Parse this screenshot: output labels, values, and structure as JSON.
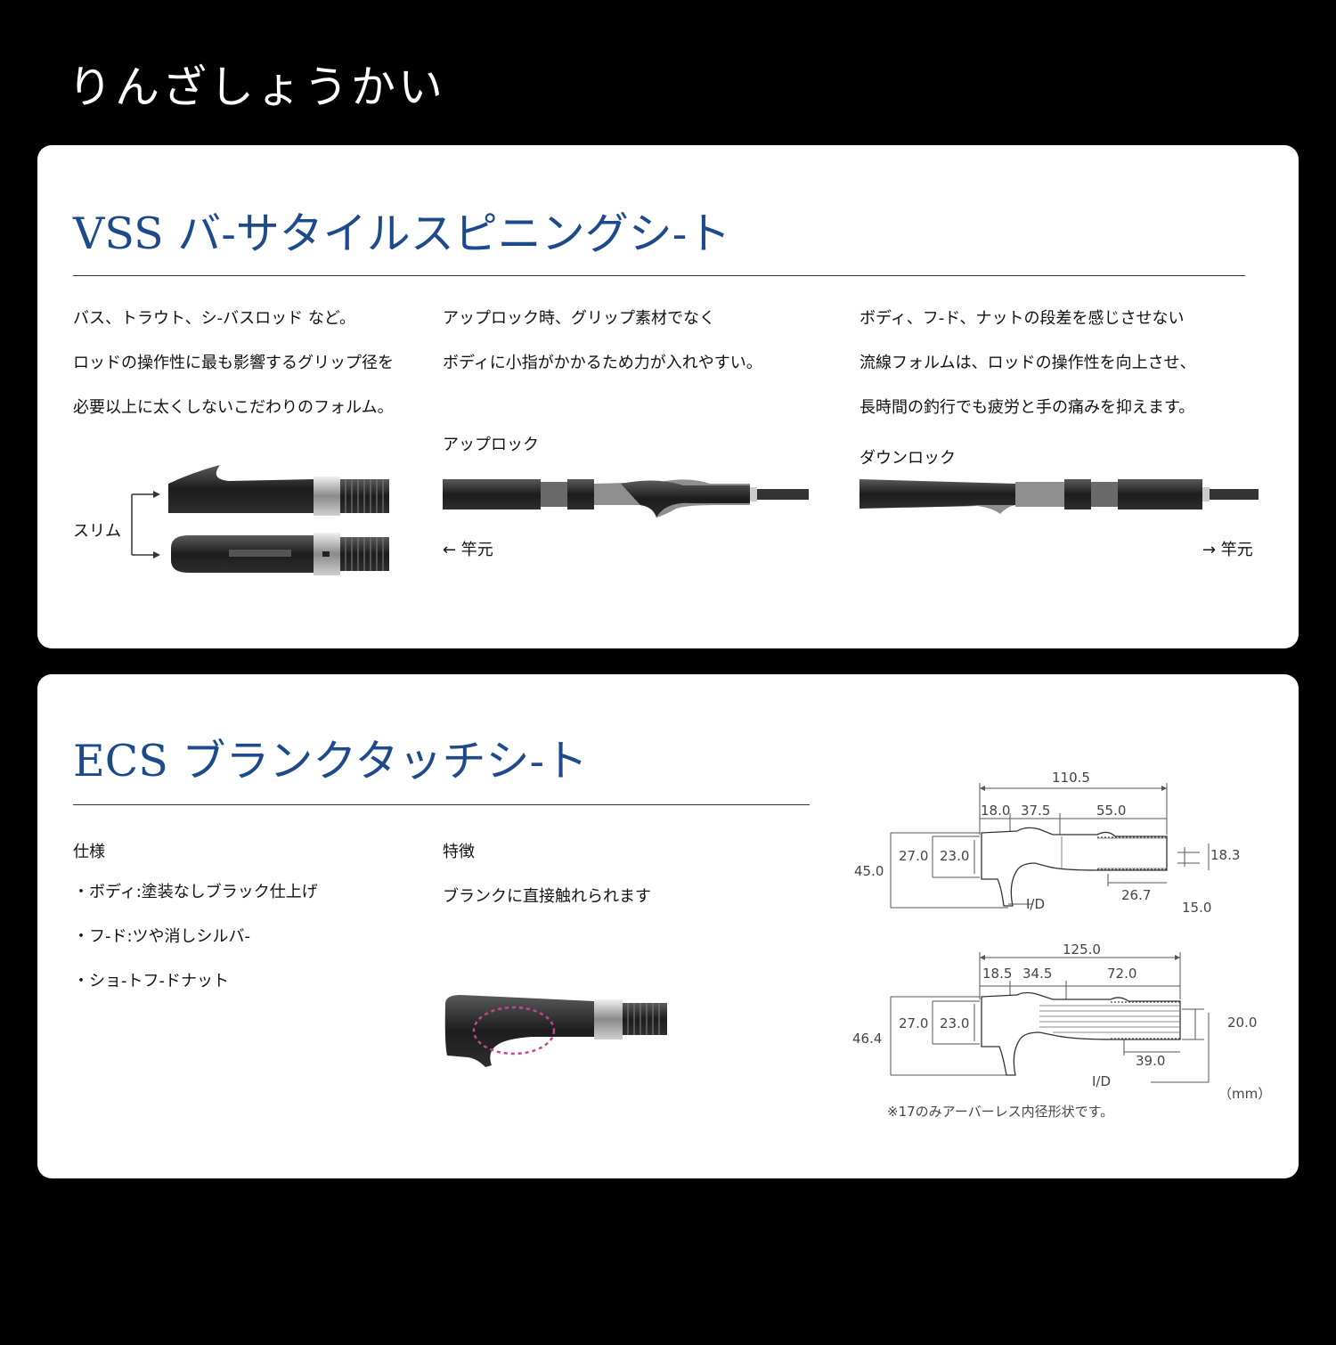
{
  "brand": "りんざしょうかい",
  "vss": {
    "title": "VSS バ-サタイルスピニングシ-ト",
    "col1": [
      "バス、トラウト、シ-バスロッド など。",
      "ロッドの操作性に最も影響するグリップ径を",
      "必要以上に太くしないこだわりのフォルム。"
    ],
    "col2": [
      "アップロック時、グリップ素材でなく",
      "ボディに小指がかかるため力が入れやすい。"
    ],
    "col3": [
      "ボディ、フ-ド、ナットの段差を感じさせない",
      "流線フォルムは、ロッドの操作性を向上させ、",
      "長時間の釣行でも疲労と手の痛みを抑えます。"
    ],
    "slim_label": "スリム",
    "uplock_label": "アップロック",
    "downlock_label": "ダウンロック",
    "left_butt": "← 竿元",
    "right_butt": "→ 竿元"
  },
  "ecs": {
    "title": "ECS ブランクタッチシ-ト",
    "spec_heading": "仕様",
    "spec_items": [
      "・ボディ:塗装なしブラック仕上げ",
      "・フ-ド:ツや消しシルバ-",
      "・ショ-トフ-ドナット"
    ],
    "feature_heading": "特徴",
    "feature_text": "ブランクに直接触れられます",
    "diagram1": {
      "total": "110.5",
      "d1": "18.0",
      "d2": "37.5",
      "d3": "55.0",
      "h_outer": "45.0",
      "h1": "27.0",
      "h2": "23.0",
      "h_right": "18.3",
      "id_label": "I/D",
      "bottom": "26.7",
      "right_bottom": "15.0"
    },
    "diagram2": {
      "total": "125.0",
      "d1": "18.5",
      "d2": "34.5",
      "d3": "72.0",
      "h_outer": "46.4",
      "h1": "27.0",
      "h2": "23.0",
      "h_right": "20.0",
      "bottom": "39.0",
      "id_label": "I/D"
    },
    "unit": "（mm）",
    "note": "※17のみアーバーレス内径形状です。"
  }
}
